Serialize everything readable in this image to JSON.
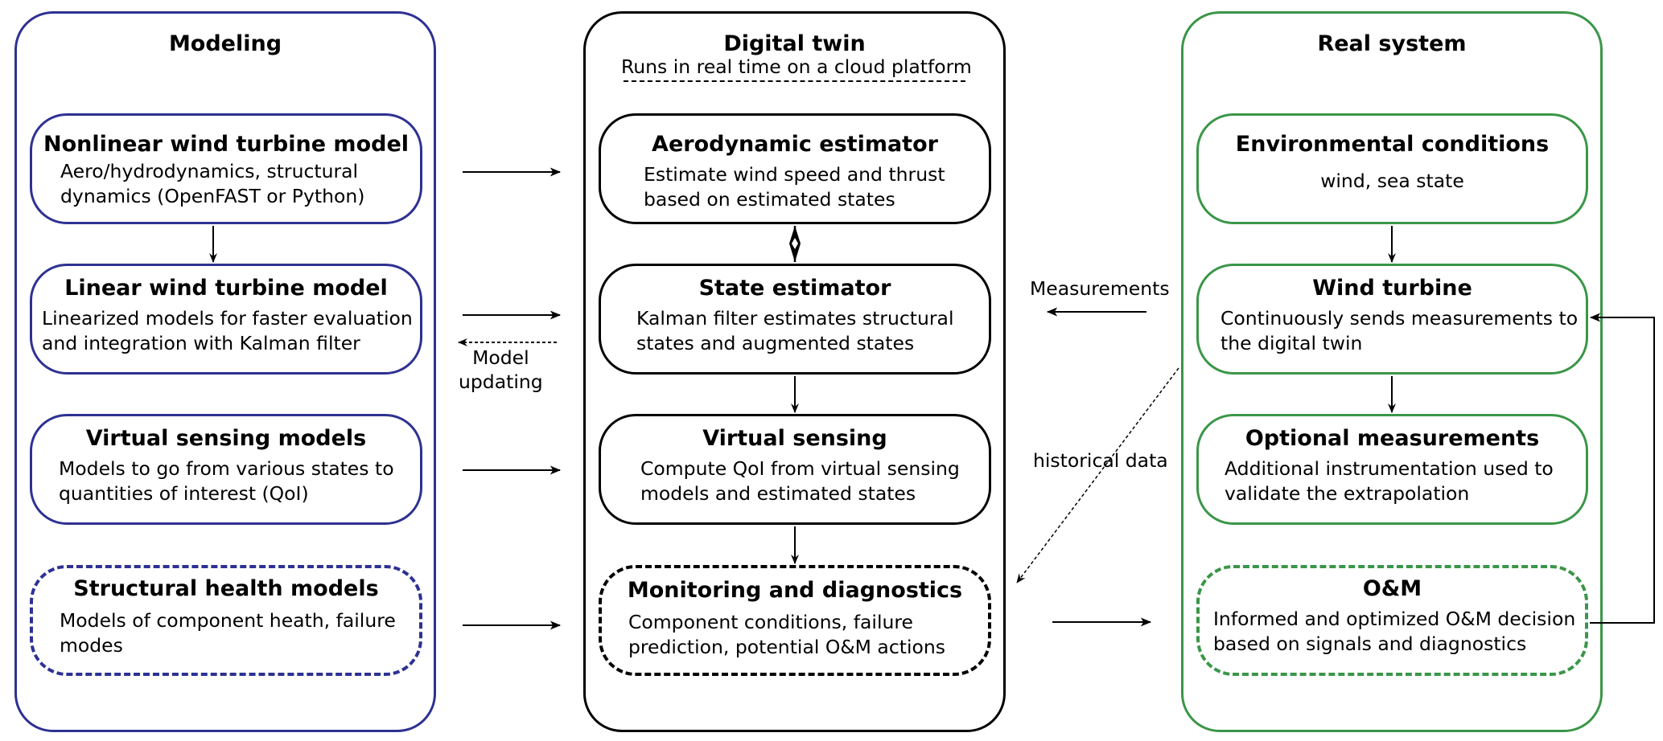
{
  "colors": {
    "modeling": "#2e3192",
    "digital_twin": "#000000",
    "real_system": "#3a9648",
    "arrow": "#000000"
  },
  "modeling": {
    "title": "Modeling",
    "boxes": [
      {
        "title": "Nonlinear wind turbine model",
        "desc": "Aero/hydrodynamics, structural\ndynamics (OpenFAST or Python)",
        "style": "solid"
      },
      {
        "title": "Linear wind turbine model",
        "desc": "Linearized models for faster evaluation\nand integration with Kalman filter",
        "style": "solid"
      },
      {
        "title": "Virtual sensing models",
        "desc": "Models to go from various states to\nquantities of interest (QoI)",
        "style": "solid"
      },
      {
        "title": "Structural health models",
        "desc": "Models of component heath, failure\nmodes",
        "style": "dashed"
      }
    ]
  },
  "digital_twin": {
    "title": "Digital twin",
    "subtitle": "Runs in real time on a cloud platform",
    "boxes": [
      {
        "title": "Aerodynamic estimator",
        "desc": "Estimate wind speed and thrust\nbased on estimated states",
        "style": "solid"
      },
      {
        "title": "State estimator",
        "desc": "Kalman filter estimates structural\nstates and augmented states",
        "style": "solid"
      },
      {
        "title": "Virtual sensing",
        "desc": "Compute QoI from virtual sensing\nmodels and estimated states",
        "style": "solid"
      },
      {
        "title": "Monitoring and diagnostics",
        "desc": "Component conditions, failure\nprediction, potential O&M actions",
        "style": "dashed"
      }
    ]
  },
  "real_system": {
    "title": "Real system",
    "boxes": [
      {
        "title": "Environmental conditions",
        "desc": "wind, sea state",
        "style": "solid"
      },
      {
        "title": "Wind turbine",
        "desc": "Continuously sends measurements to\nthe digital twin",
        "style": "solid"
      },
      {
        "title": "Optional measurements",
        "desc": "Additional instrumentation used to\nvalidate the extrapolation",
        "style": "solid"
      },
      {
        "title": "O&M",
        "desc": "Informed and optimized O&M decision\nbased on signals and diagnostics",
        "style": "dashed"
      }
    ]
  },
  "edge_labels": {
    "model_updating": "Model\nupdating",
    "measurements": "Measurements",
    "historical_data": "historical data"
  },
  "edges": [
    {
      "from": "Nonlinear wind turbine model",
      "to": "Linear wind turbine model",
      "style": "solid"
    },
    {
      "from": "Nonlinear wind turbine model",
      "to": "Aerodynamic estimator",
      "style": "solid"
    },
    {
      "from": "Linear wind turbine model",
      "to": "State estimator",
      "style": "solid"
    },
    {
      "from": "State estimator",
      "to": "Linear wind turbine model",
      "style": "dotted",
      "label": "Model updating"
    },
    {
      "from": "Virtual sensing models",
      "to": "Virtual sensing",
      "style": "solid"
    },
    {
      "from": "Structural health models",
      "to": "Monitoring and diagnostics",
      "style": "solid"
    },
    {
      "from": "Aerodynamic estimator",
      "to": "State estimator",
      "style": "bidirectional"
    },
    {
      "from": "State estimator",
      "to": "Virtual sensing",
      "style": "solid"
    },
    {
      "from": "Virtual sensing",
      "to": "Monitoring and diagnostics",
      "style": "solid"
    },
    {
      "from": "Wind turbine",
      "to": "State estimator",
      "style": "solid",
      "label": "Measurements"
    },
    {
      "from": "Wind turbine",
      "to": "Monitoring and diagnostics",
      "style": "dotted",
      "label": "historical data"
    },
    {
      "from": "Monitoring and diagnostics",
      "to": "O&M",
      "style": "solid"
    },
    {
      "from": "Environmental conditions",
      "to": "Wind turbine",
      "style": "solid"
    },
    {
      "from": "Wind turbine",
      "to": "Optional measurements",
      "style": "solid"
    },
    {
      "from": "O&M",
      "to": "Wind turbine",
      "style": "solid"
    }
  ]
}
